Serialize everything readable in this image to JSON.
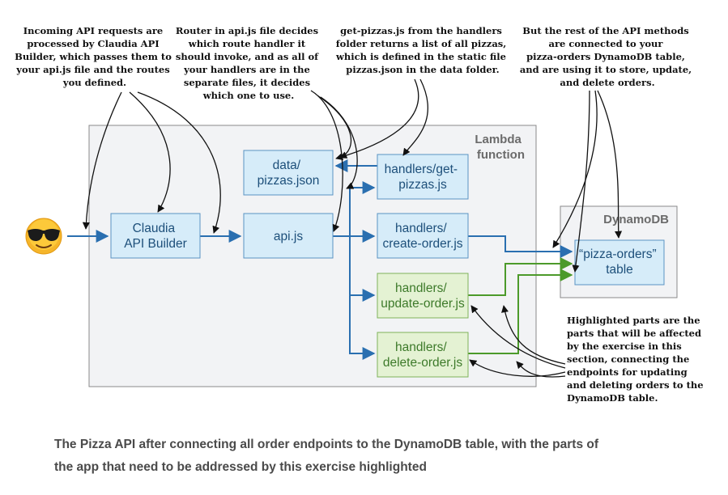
{
  "annotations": {
    "incoming": [
      "Incoming API requests are",
      "processed by Claudia API",
      "Builder, which passes them to",
      "your api.js file and the routes",
      "you defined."
    ],
    "router": [
      "Router in api.js file decides",
      "which route handler it",
      "should invoke, and as all of",
      "your handlers are in the",
      "separate files, it decides",
      "which one to use."
    ],
    "get_pizzas": [
      "get-pizzas.js from the handlers",
      "folder returns a list of all pizzas,",
      "which is defined in the static file",
      "pizzas.json in the data folder."
    ],
    "rest": [
      "But the rest of the API methods",
      "are connected to your",
      "pizza-orders DynamoDB table,",
      "and are using it to store, update,",
      "and delete orders."
    ],
    "highlighted": [
      "Highlighted parts are the",
      "parts that will be affected",
      "by the exercise in this",
      "section, connecting the",
      "endpoints for updating",
      "and deleting orders to the",
      "DynamoDB table."
    ]
  },
  "regions": {
    "lambda": [
      "Lambda",
      "function"
    ],
    "dynamodb": "DynamoDB"
  },
  "boxes": {
    "claudia": [
      "Claudia",
      "API Builder"
    ],
    "api": "api.js",
    "data": [
      "data/",
      "pizzas.json"
    ],
    "get_pizzas": [
      "handlers/get-",
      "pizzas.js"
    ],
    "create_order": [
      "handlers/",
      "create-order.js"
    ],
    "update_order": [
      "handlers/",
      "update-order.js"
    ],
    "delete_order": [
      "handlers/",
      "delete-order.js"
    ],
    "pizza_orders": [
      "“pizza-orders”",
      "table"
    ]
  },
  "user_icon": "sunglasses-emoji-icon",
  "caption": [
    "The Pizza API after connecting all order endpoints to the DynamoDB table, with the parts of",
    "the app that need to be addressed by this exercise highlighted"
  ],
  "colors": {
    "blue_line": "#2a6fb0",
    "green_line": "#4c9a2a",
    "box_fill": "#d6ecf9",
    "green_fill": "#e4f2d3",
    "region_fill": "#f2f3f5"
  }
}
